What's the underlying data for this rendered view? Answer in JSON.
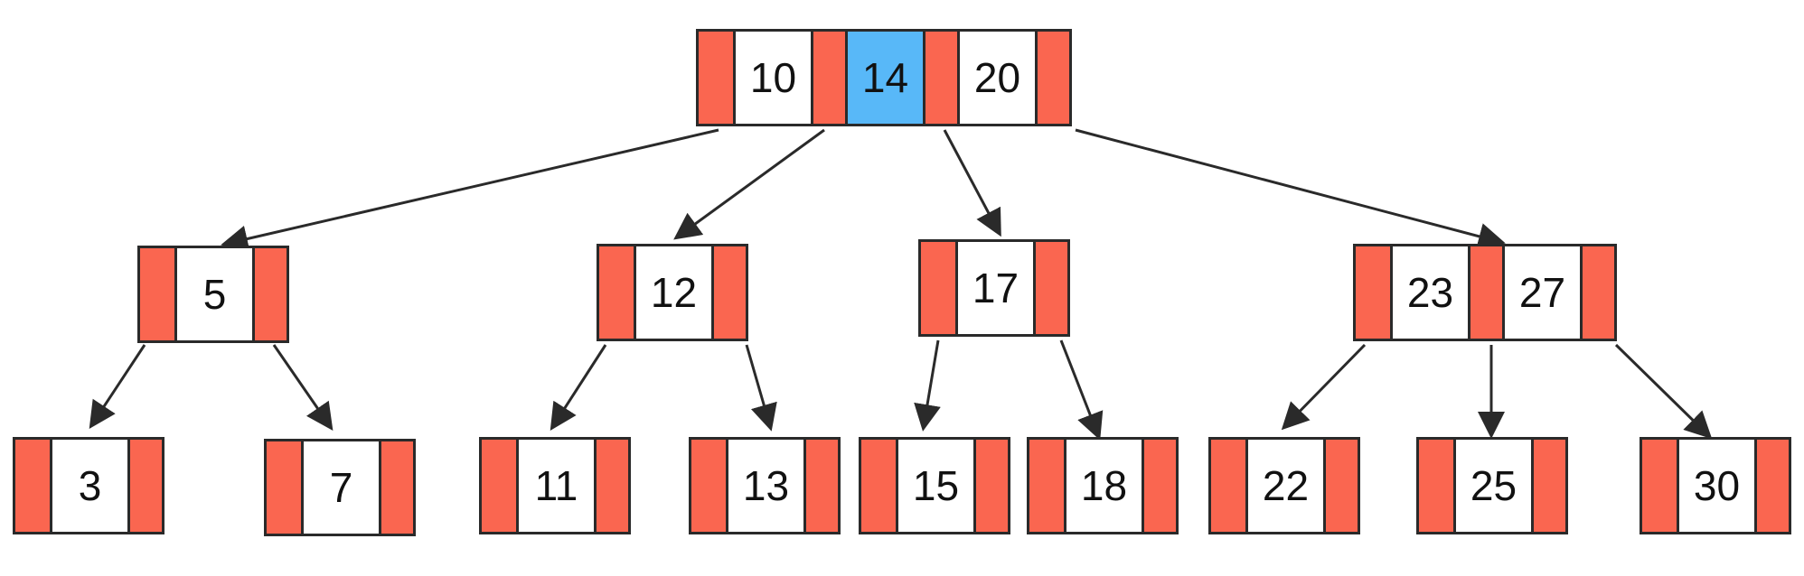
{
  "colors": {
    "pointer": "#fa6650",
    "key": "#ffffff",
    "highlight": "#58b8f8",
    "outline": "#2a2a2a"
  },
  "tree": {
    "root": {
      "keys": [
        "10",
        "14",
        "20"
      ],
      "highlighted_key": "14"
    },
    "level1": [
      {
        "keys": [
          "5"
        ]
      },
      {
        "keys": [
          "12"
        ]
      },
      {
        "keys": [
          "17"
        ]
      },
      {
        "keys": [
          "23",
          "27"
        ]
      }
    ],
    "leaves": [
      {
        "keys": [
          "3"
        ]
      },
      {
        "keys": [
          "7"
        ]
      },
      {
        "keys": [
          "11"
        ]
      },
      {
        "keys": [
          "13"
        ]
      },
      {
        "keys": [
          "15"
        ]
      },
      {
        "keys": [
          "18"
        ]
      },
      {
        "keys": [
          "22"
        ]
      },
      {
        "keys": [
          "25"
        ]
      },
      {
        "keys": [
          "30"
        ]
      }
    ]
  }
}
